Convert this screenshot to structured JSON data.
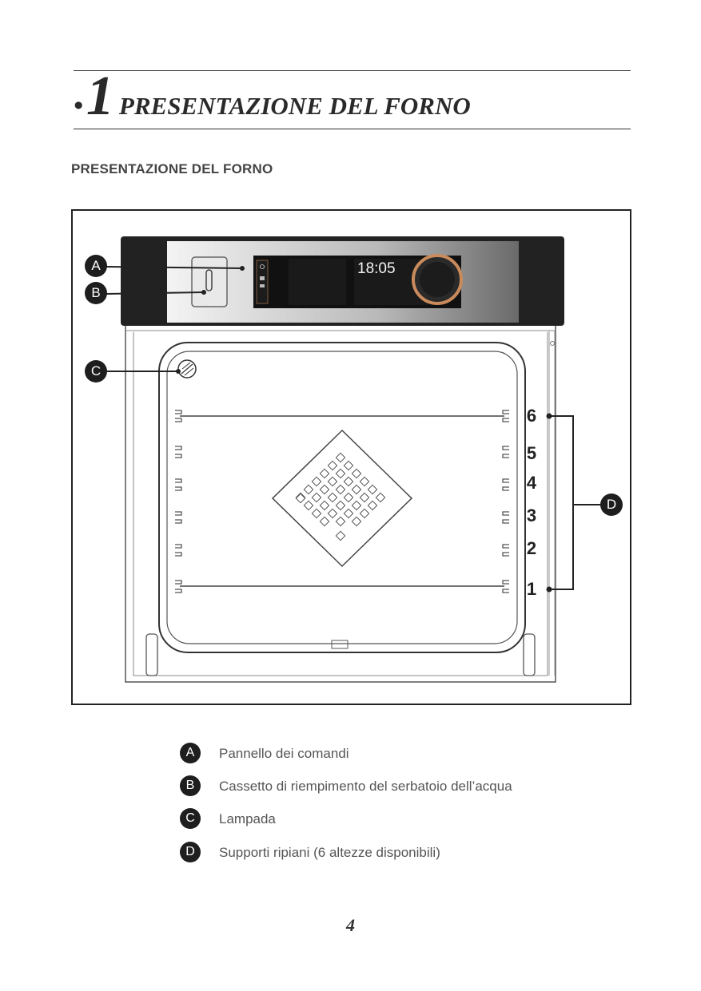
{
  "chapter": {
    "bullet": "•",
    "number": "1",
    "title": "PRESENTAZIONE DEL FORNO"
  },
  "section": {
    "heading": "PRESENTAZIONE DEL FORNO"
  },
  "figure": {
    "display_time": "18:05",
    "callouts": {
      "a": "A",
      "b": "B",
      "c": "C",
      "d": "D"
    },
    "levels": [
      "6",
      "5",
      "4",
      "3",
      "2",
      "1"
    ],
    "colors": {
      "knob_ring": "#c98a5c",
      "panel_dark": "#222222"
    }
  },
  "legend": [
    {
      "letter": "A",
      "text": "Pannello dei comandi"
    },
    {
      "letter": "B",
      "text": "Cassetto di riempimento del serbatoio dell’acqua"
    },
    {
      "letter": "C",
      "text": "Lampada"
    },
    {
      "letter": "D",
      "text": "Supporti ripiani (6 altezze disponibili)"
    }
  ],
  "page_number": "4"
}
